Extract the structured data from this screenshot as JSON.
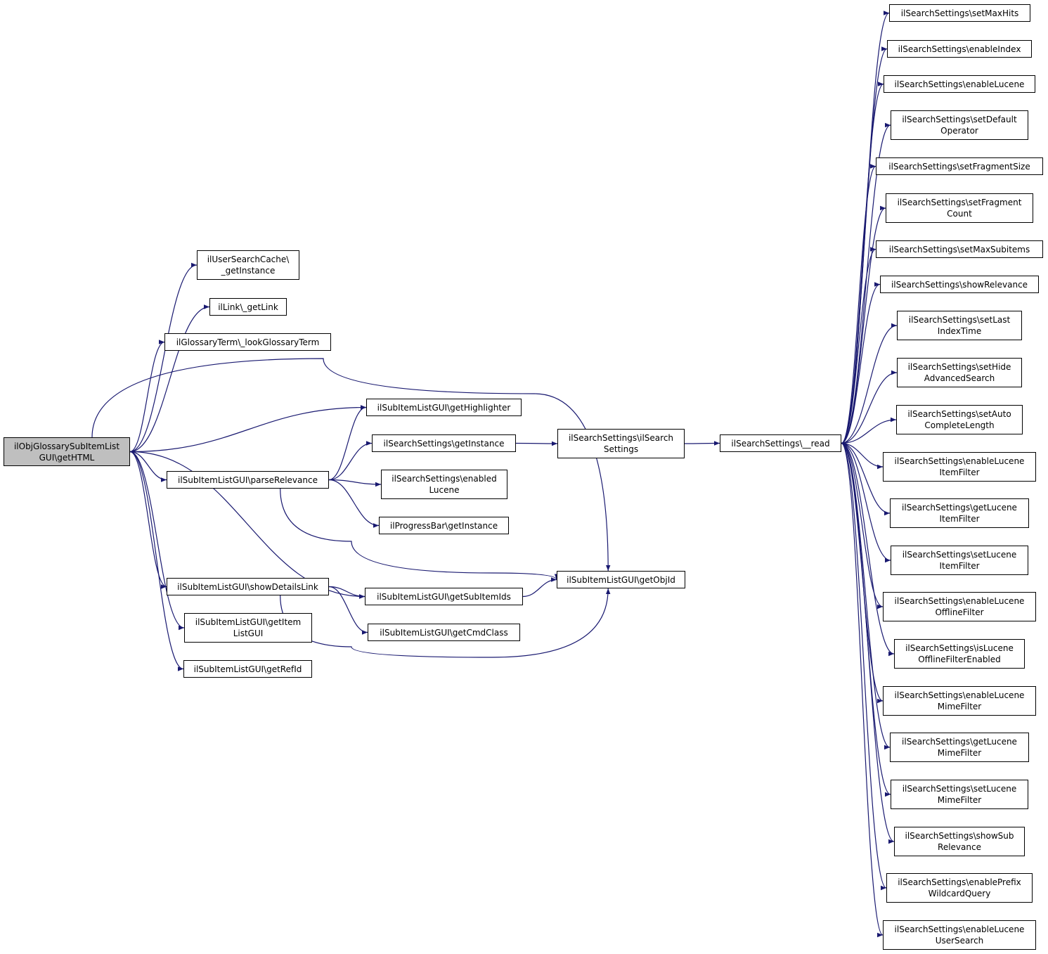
{
  "colors": {
    "edge": "#191970",
    "node_border": "#000000",
    "root_fill": "#bfbfbf",
    "node_fill": "#ffffff"
  },
  "nodes": {
    "root": "ilObjGlossarySubItemList\nGUI\\getHTML",
    "usercache": "ilUserSearchCache\\\n_getInstance",
    "getlink": "ilLink\\_getLink",
    "lookglossary": "ilGlossaryTerm\\_lookGlossaryTerm",
    "gethighlighter": "ilSubItemListGUI\\getHighlighter",
    "parserelevance": "ilSubItemListGUI\\parseRelevance",
    "ss_getinstance": "ilSearchSettings\\getInstance",
    "ss_enabledlucene": "ilSearchSettings\\enabled\nLucene",
    "progressbar": "ilProgressBar\\getInstance",
    "showdetails": "ilSubItemListGUI\\showDetailsLink",
    "getsubitemids": "ilSubItemListGUI\\getSubItemIds",
    "getcmdclass": "ilSubItemListGUI\\getCmdClass",
    "getitemlistgui": "ilSubItemListGUI\\getItem\nListGUI",
    "getrefid": "ilSubItemListGUI\\getRefId",
    "getobjid": "ilSubItemListGUI\\getObjId",
    "ss_construct": "ilSearchSettings\\ilSearch\nSettings",
    "ss_read": "ilSearchSettings\\__read",
    "r1": "ilSearchSettings\\setMaxHits",
    "r2": "ilSearchSettings\\enableIndex",
    "r3": "ilSearchSettings\\enableLucene",
    "r4": "ilSearchSettings\\setDefault\nOperator",
    "r5": "ilSearchSettings\\setFragmentSize",
    "r6": "ilSearchSettings\\setFragment\nCount",
    "r7": "ilSearchSettings\\setMaxSubitems",
    "r8": "ilSearchSettings\\showRelevance",
    "r9": "ilSearchSettings\\setLast\nIndexTime",
    "r10": "ilSearchSettings\\setHide\nAdvancedSearch",
    "r11": "ilSearchSettings\\setAuto\nCompleteLength",
    "r12": "ilSearchSettings\\enableLucene\nItemFilter",
    "r13": "ilSearchSettings\\getLucene\nItemFilter",
    "r14": "ilSearchSettings\\setLucene\nItemFilter",
    "r15": "ilSearchSettings\\enableLucene\nOfflineFilter",
    "r16": "ilSearchSettings\\isLucene\nOfflineFilterEnabled",
    "r17": "ilSearchSettings\\enableLucene\nMimeFilter",
    "r18": "ilSearchSettings\\getLucene\nMimeFilter",
    "r19": "ilSearchSettings\\setLucene\nMimeFilter",
    "r20": "ilSearchSettings\\showSub\nRelevance",
    "r21": "ilSearchSettings\\enablePrefix\nWildcardQuery",
    "r22": "ilSearchSettings\\enableLucene\nUserSearch"
  },
  "edges": [
    [
      "root",
      "usercache"
    ],
    [
      "root",
      "getlink"
    ],
    [
      "root",
      "lookglossary"
    ],
    [
      "root",
      "gethighlighter"
    ],
    [
      "root",
      "parserelevance"
    ],
    [
      "root",
      "getobjid"
    ],
    [
      "root",
      "showdetails"
    ],
    [
      "root",
      "getsubitemids"
    ],
    [
      "root",
      "getitemlistgui"
    ],
    [
      "root",
      "getrefid"
    ],
    [
      "parserelevance",
      "gethighlighter"
    ],
    [
      "parserelevance",
      "ss_getinstance"
    ],
    [
      "parserelevance",
      "ss_enabledlucene"
    ],
    [
      "parserelevance",
      "progressbar"
    ],
    [
      "parserelevance",
      "getobjid"
    ],
    [
      "showdetails",
      "getsubitemids"
    ],
    [
      "showdetails",
      "getcmdclass"
    ],
    [
      "showdetails",
      "getobjid"
    ],
    [
      "getsubitemids",
      "getobjid"
    ],
    [
      "ss_getinstance",
      "ss_construct"
    ],
    [
      "ss_construct",
      "ss_read"
    ],
    [
      "ss_read",
      "r1"
    ],
    [
      "ss_read",
      "r2"
    ],
    [
      "ss_read",
      "r3"
    ],
    [
      "ss_read",
      "r4"
    ],
    [
      "ss_read",
      "r5"
    ],
    [
      "ss_read",
      "r6"
    ],
    [
      "ss_read",
      "r7"
    ],
    [
      "ss_read",
      "r8"
    ],
    [
      "ss_read",
      "r9"
    ],
    [
      "ss_read",
      "r10"
    ],
    [
      "ss_read",
      "r11"
    ],
    [
      "ss_read",
      "r12"
    ],
    [
      "ss_read",
      "r13"
    ],
    [
      "ss_read",
      "r14"
    ],
    [
      "ss_read",
      "r15"
    ],
    [
      "ss_read",
      "r16"
    ],
    [
      "ss_read",
      "r17"
    ],
    [
      "ss_read",
      "r18"
    ],
    [
      "ss_read",
      "r19"
    ],
    [
      "ss_read",
      "r20"
    ],
    [
      "ss_read",
      "r21"
    ],
    [
      "ss_read",
      "r22"
    ]
  ]
}
